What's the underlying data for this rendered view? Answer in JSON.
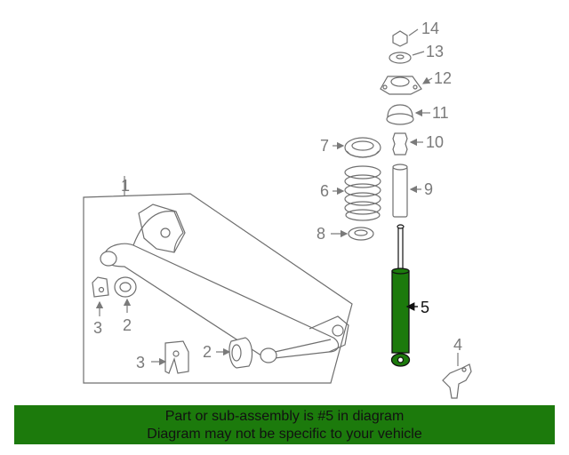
{
  "callouts": {
    "n1": "1",
    "n2a": "2",
    "n2b": "2",
    "n3a": "3",
    "n3b": "3",
    "n4": "4",
    "n5": "5",
    "n6": "6",
    "n7": "7",
    "n8": "8",
    "n9": "9",
    "n10": "10",
    "n11": "11",
    "n12": "12",
    "n13": "13",
    "n14": "14"
  },
  "highlight_color": "#1c7a0c",
  "banner": {
    "line1": "Part or sub-assembly is #5 in diagram",
    "line2": "Diagram may not be specific to your vehicle"
  }
}
